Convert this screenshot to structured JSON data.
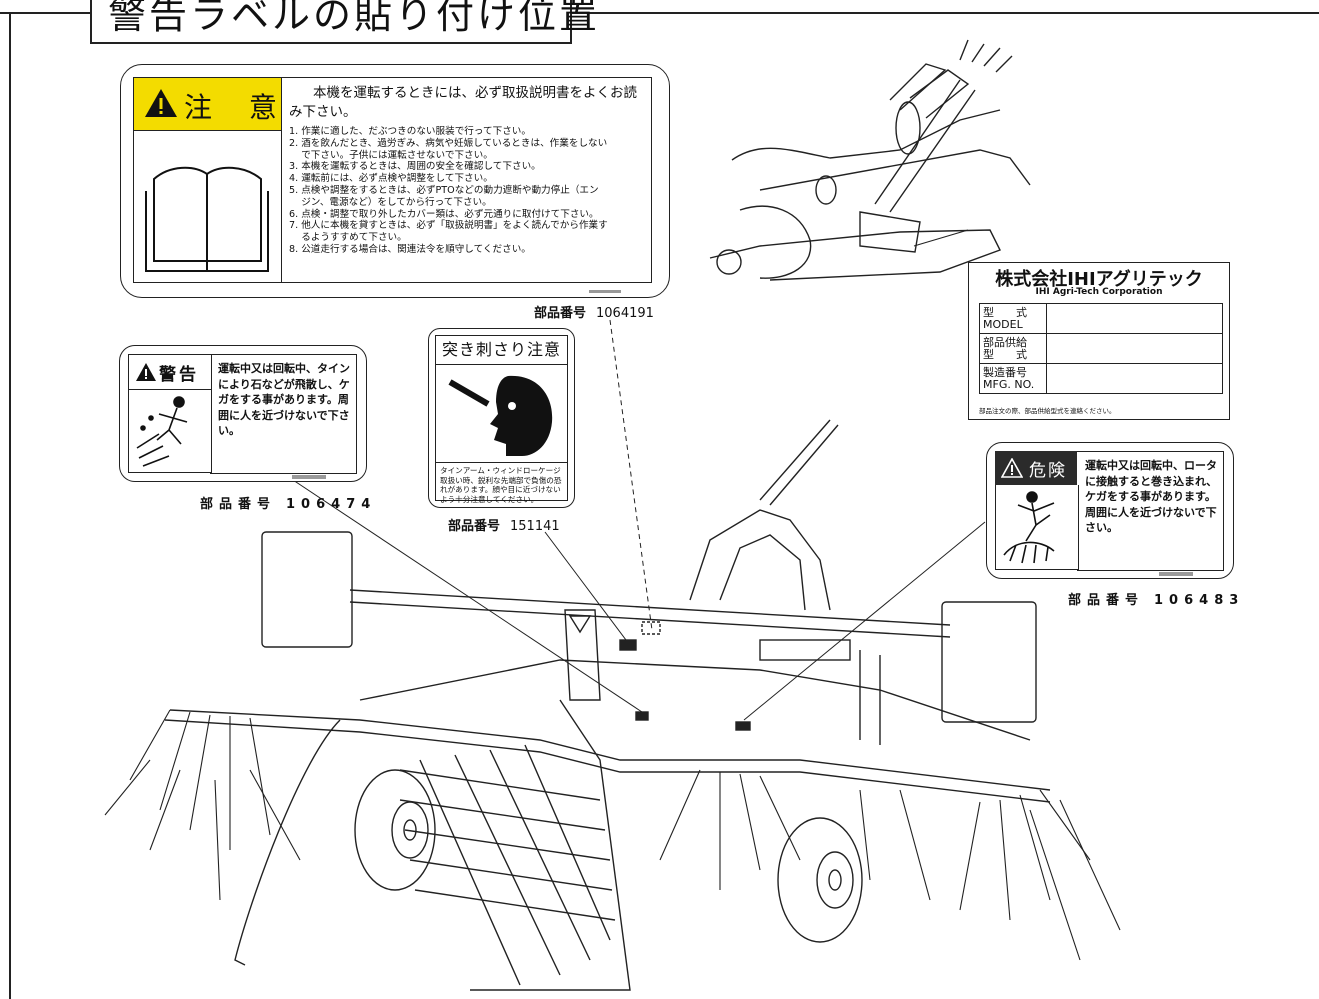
{
  "page": {
    "title": "警告ラベルの貼り付け位置"
  },
  "caution_label": {
    "signal_word": "注 意",
    "lead": "本機を運転するときには、必ず取扱説明書をよくお読み下さい。",
    "items": [
      "1. 作業に適した、だぶつきのない服装で行って下さい。",
      "2. 酒を飲んだとき、過労ぎみ、病気や妊娠しているときは、作業をしない\n    で下さい。子供には運転させないで下さい。",
      "3. 本機を運転するときは、周囲の安全を確認して下さい。",
      "4. 運転前には、必ず点検や調整をして下さい。",
      "5. 点検や調整をするときは、必ずPTOなどの動力遮断や動力停止（エン\n    ジン、電源など）をしてから行って下さい。",
      "6. 点検・調整で取り外したカバー類は、必ず元通りに取付けて下さい。",
      "7. 他人に本機を貸すときは、必ず「取扱説明書」をよく読んでから作業す\n    るようすすめて下さい。",
      "8. 公道走行する場合は、関連法令を順守してください。"
    ],
    "part_label": "部品番号",
    "part_number": "1064191",
    "icon": "book-icon"
  },
  "warning_label": {
    "signal_word": "警告",
    "message": "運転中又は回転中、タインにより石などが飛散し、ケガをする事があります。周囲に人を近づけないで下さい。",
    "part_label": "部品番号",
    "part_number": "106474",
    "icon": "flying-stone-icon"
  },
  "stab_label": {
    "title": "突き刺さり注意",
    "text": "タインアーム・ウィンドローケージ取扱い時、鋭利な先端部で負傷の恐れがあります。顔や目に近づけないよう十分注意してください。",
    "part_label": "部品番号",
    "part_number": "151141",
    "icon": "puncture-head-icon"
  },
  "danger_label": {
    "signal_word": "危険",
    "message": "運転中又は回転中、ロータに接触すると巻き込まれ、ケガをする事があります。周囲に人を近づけないで下さい。",
    "part_label": "部品番号",
    "part_number": "106483",
    "icon": "entanglement-icon"
  },
  "nameplate": {
    "company": "株式会社IHIアグリテック",
    "company_en": "IHI Agri-Tech Corporation",
    "rows": [
      {
        "label": "型　　式\nMODEL"
      },
      {
        "label": "部品供給\n型　　式"
      },
      {
        "label": "製造番号\nMFG. NO."
      }
    ],
    "note": "部品注文の際、部品供給型式を連絡ください。"
  },
  "colors": {
    "caution_yellow": "#f3dc00",
    "line": "#222222"
  }
}
